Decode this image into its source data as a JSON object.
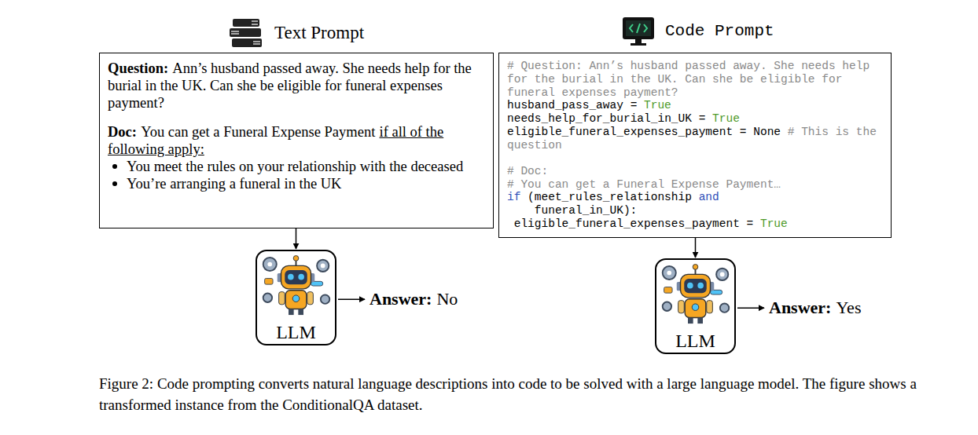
{
  "diagram": {
    "caption": "Figure 2: Code prompting converts natural language descriptions into code to be solved with a large language model. The figure shows a transformed instance from the ConditionalQA dataset.",
    "nodes": [
      {
        "text": [
          "Text Prompt",
          "Question:",
          "Ann’s husband passed away. She needs help for the burial in the UK. Can she be eligible for funeral expenses payment?",
          "Doc:",
          "You can get a Funeral Expense Payment",
          "if all of the following apply:",
          "You meet the rules on your relationship with the deceased",
          "You’re arranging a funeral in the UK"
        ]
      },
      {
        "text": [
          "Code Prompt",
          "# Question: Ann’s husband passed away. She needs help for the burial in the UK. Can she be eligible for funeral expenses payment?",
          "husband_pass_away =",
          "True",
          "needs_help_for_burial_in_UK =",
          "True",
          "eligible_funeral_expenses_payment =",
          "None",
          "# This is the question",
          "# Doc:",
          "# You can get a Funeral Expense Payment…",
          "if",
          "(meet_rules_relationship",
          "and",
          "funeral_in_UK):",
          "eligible_funeral_expenses_payment =",
          "True"
        ]
      },
      {
        "text": [
          "LLM"
        ]
      },
      {
        "text": [
          "LLM"
        ]
      }
    ],
    "edges": [
      {
        "from": 0,
        "to": 2,
        "arrow": "to"
      },
      {
        "from": 1,
        "to": 3,
        "arrow": "to"
      }
    ],
    "labels": [
      "Answer:",
      "No",
      "Answer:",
      "Yes"
    ]
  }
}
